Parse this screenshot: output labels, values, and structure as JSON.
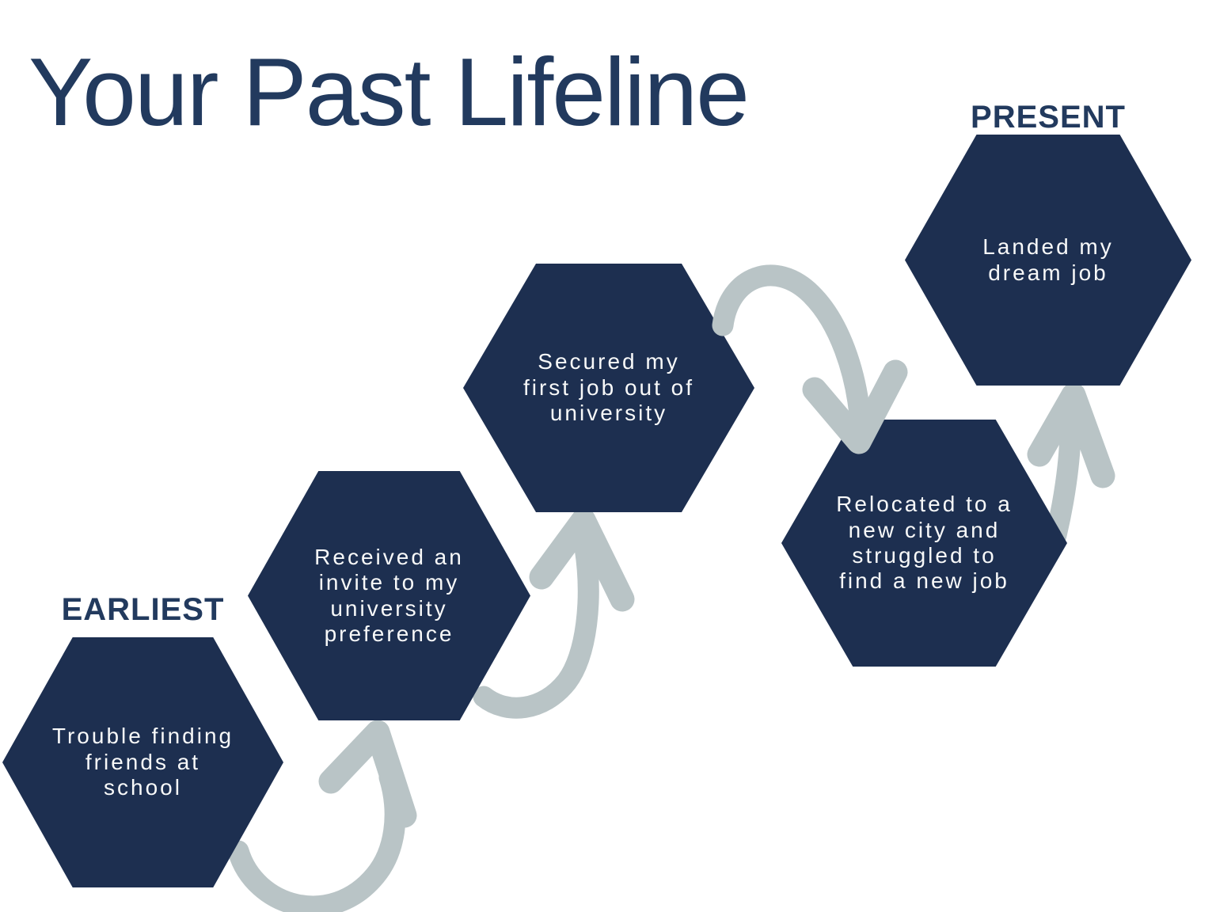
{
  "title": "Your Past Lifeline",
  "labels": {
    "earliest": "EARLIEST",
    "present": "PRESENT"
  },
  "milestones": [
    {
      "name": "trouble-finding-friends",
      "lines": [
        "Trouble finding",
        "friends at",
        "school"
      ]
    },
    {
      "name": "university-invite",
      "lines": [
        "Received an",
        "invite to my",
        "university",
        "preference"
      ]
    },
    {
      "name": "first-job",
      "lines": [
        "Secured my",
        "first job out of",
        "university"
      ]
    },
    {
      "name": "relocated-new-city",
      "lines": [
        "Relocated to a",
        "new city and",
        "struggled to",
        "find a new job"
      ]
    },
    {
      "name": "dream-job",
      "lines": [
        "Landed my",
        "dream job"
      ]
    }
  ],
  "colors": {
    "hexagon_navy": "#1d2f50",
    "heading_navy": "#223a5e",
    "arrow_gray": "#b9c4c6",
    "hexagon_text": "#f8f9f9",
    "background": "#ffffff"
  }
}
